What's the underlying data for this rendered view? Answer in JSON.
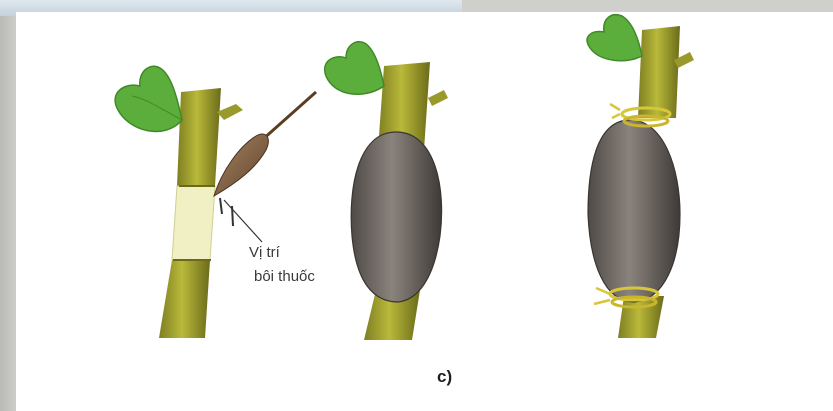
{
  "label_line1": "Vị trí",
  "label_line2": "bôi thuốc",
  "caption": "c)",
  "colors": {
    "stem": "#a6a62e",
    "stem_dark": "#6e6e1c",
    "leaf": "#5cae3c",
    "wrap": "#6c6662",
    "tie": "#d8c63a",
    "ring": "#f0eec0",
    "brush_head": "#8b6a4a"
  }
}
